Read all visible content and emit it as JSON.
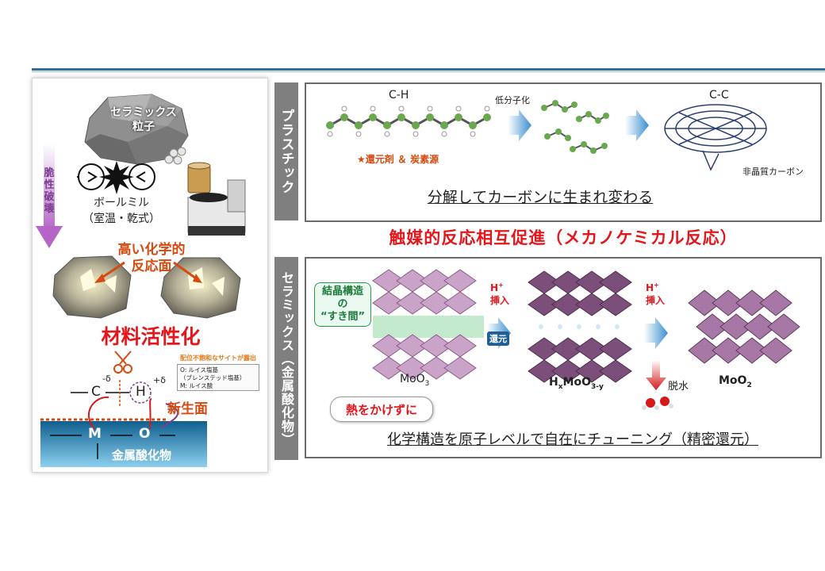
{
  "left": {
    "ceramic_particle": "セラミックス\n粒子",
    "brittle_fracture": "脆\n性\n破\n壊",
    "ball_mill": "ボールミル",
    "ball_mill_cond": "（室温・乾式）",
    "high_chem_surface": "高い化学的\n反応面",
    "activation": "材料活性化",
    "unsaturated_note": "配位不飽和なサイトが露出",
    "lewis_base": "O: ルイス塩基",
    "bronsted": "（ブレンステッド塩基）",
    "lewis_acid": "M: ルイス酸",
    "c_label": "C",
    "h_label": "H",
    "delta_minus": "-δ",
    "delta_plus": "+δ",
    "new_surface": "新生面",
    "m_label": "M",
    "o_label": "O",
    "metal_oxide": "金属酸化物"
  },
  "plastic": {
    "tab": "プラスチック",
    "ch_label": "C-H",
    "low_mw": "低分子化",
    "cc_label": "C-C",
    "reducer_src": "★還元剤 ＆ 炭素源",
    "amorphous_carbon": "非晶質カーボン",
    "summary": "分解してカーボンに生まれ変わる"
  },
  "center_title": "触媒的反応相互促進（メカノケミカル反応）",
  "ceramic": {
    "tab": "セラミックス（金属酸化物）",
    "crystal_gap": "結晶構造\nの\n“すき間”",
    "moo3": "MoO",
    "moo3_sub": "3",
    "h_plus_1": "H",
    "insert_1": "挿入",
    "reduction": "還元",
    "hxmoo3": "H",
    "hx_sub": "x",
    "hx_mid": "MoO",
    "hx_sub2": "3-y",
    "h_plus_2": "H",
    "insert_2": "挿入",
    "dehydration": "脱水",
    "moo2": "MoO",
    "moo2_sub": "2",
    "no_heat": "熱をかけずに",
    "summary": "化学構造を原子レベルで自在にチューニング（精密還元）"
  },
  "colors": {
    "accent_red": "#e4161b",
    "accent_orange": "#d64a0f",
    "tab_gray": "#7f7f7f",
    "octa_purple": "#a77ca4",
    "oxide_blue": "#1e6ea6"
  }
}
